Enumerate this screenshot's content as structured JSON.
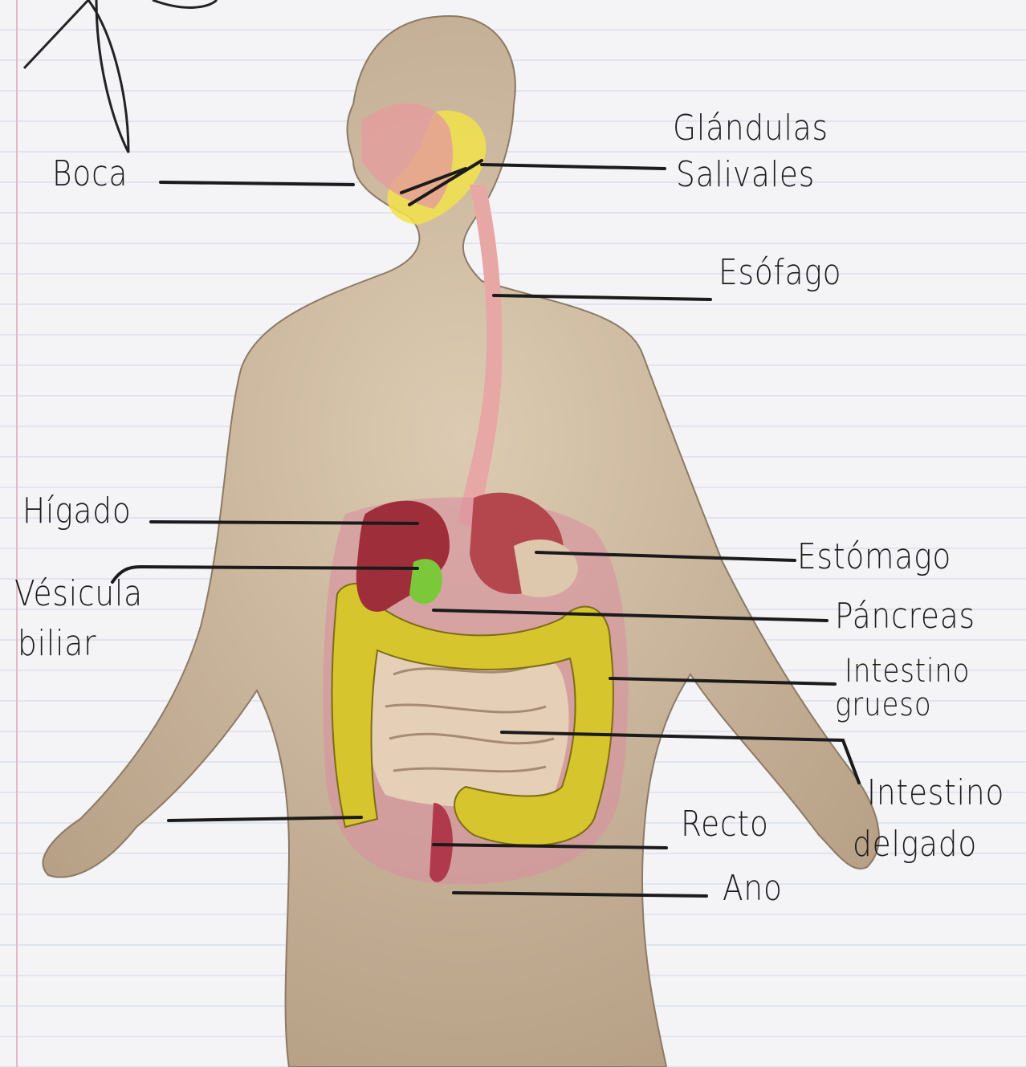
{
  "labels": {
    "boca": "Boca",
    "glandulas_1": "Glándulas",
    "glandulas_2": "Salivales",
    "esofago": "Esófago",
    "higado": "Hígado",
    "vesicula_1": "Vésicula",
    "vesicula_2": "biliar",
    "estomago": "Estómago",
    "pancreas": "Páncreas",
    "grueso_1": "Intestino",
    "grueso_2": "grueso",
    "delgado_1": "Intestino",
    "delgado_2": "delgado",
    "recto": "Recto",
    "ano": "Ano"
  },
  "colors": {
    "skin": "#cbb79c",
    "liver": "#9e2f3a",
    "stomach": "#c4575c",
    "esophagus": "#e7a7a4",
    "large_intestine": "#d7c52e",
    "small_intestine": "#e6cfb7",
    "gallbladder": "#7cc83b",
    "salivary": "#f1e24a",
    "ink": "#1b1b1b"
  }
}
